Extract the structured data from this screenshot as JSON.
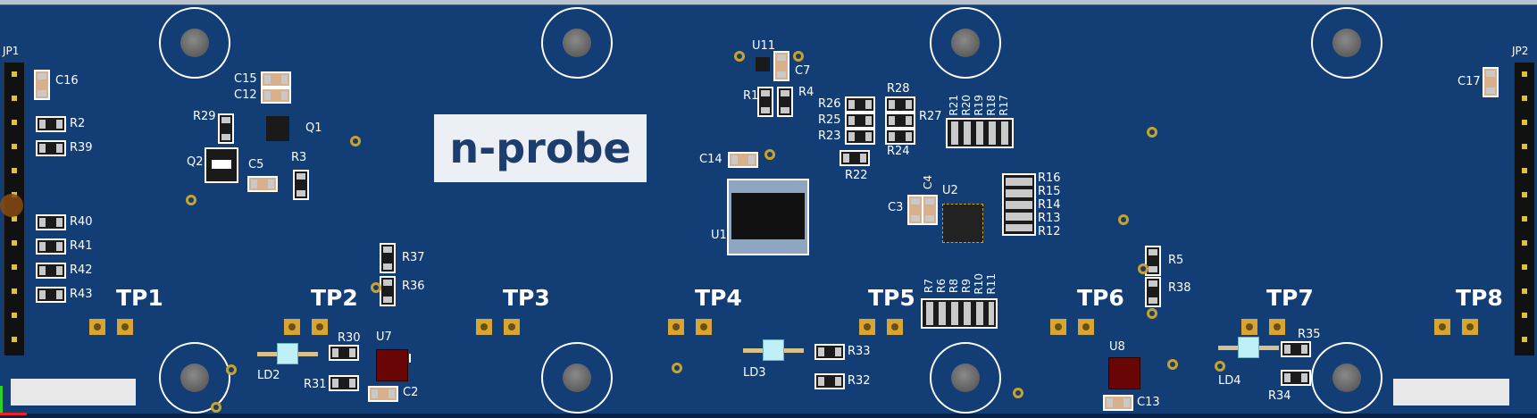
{
  "board": {
    "logo": "n-probe",
    "headers": {
      "left": "JP1",
      "right": "JP2"
    },
    "test_points": [
      "TP1",
      "TP2",
      "TP3",
      "TP4",
      "TP5",
      "TP6",
      "TP7",
      "TP8"
    ],
    "designators": {
      "C16": "C16",
      "R2": "R2",
      "R39": "R39",
      "R40": "R40",
      "R41": "R41",
      "R42": "R42",
      "R43": "R43",
      "C15": "C15",
      "C12": "C12",
      "R29": "R29",
      "Q1": "Q1",
      "Q2": "Q2",
      "C5": "C5",
      "R3": "R3",
      "R37": "R37",
      "R36": "R36",
      "R30": "R30",
      "R31": "R31",
      "U7": "U7",
      "C2": "C2",
      "LD2": "LD2",
      "U11": "U11",
      "C7": "C7",
      "R1": "R1",
      "R4": "R4",
      "C14": "C14",
      "U1": "U1",
      "R26": "R26",
      "R25": "R25",
      "R23": "R23",
      "R28": "R28",
      "R27": "R27",
      "R24": "R24",
      "R22": "R22",
      "R21": "R21",
      "R20": "R20",
      "R19": "R19",
      "R18": "R18",
      "R17": "R17",
      "C4": "C4",
      "U2": "U2",
      "C3": "C3",
      "R16": "R16",
      "R15": "R15",
      "R14": "R14",
      "R13": "R13",
      "R12": "R12",
      "R7": "R7",
      "R6": "R6",
      "R8": "R8",
      "R9": "R9",
      "R10": "R10",
      "R11": "R11",
      "R33": "R33",
      "R32": "R32",
      "LD3": "LD3",
      "R5": "R5",
      "R38": "R38",
      "U8": "U8",
      "C13": "C13",
      "R35": "R35",
      "R34": "R34",
      "LD4": "LD4",
      "C17": "C17"
    },
    "colors": {
      "board": "#133d75",
      "silkscreen": "#ffffff",
      "pad": "#d9a531",
      "logo_text": "#1c3d6e"
    }
  }
}
